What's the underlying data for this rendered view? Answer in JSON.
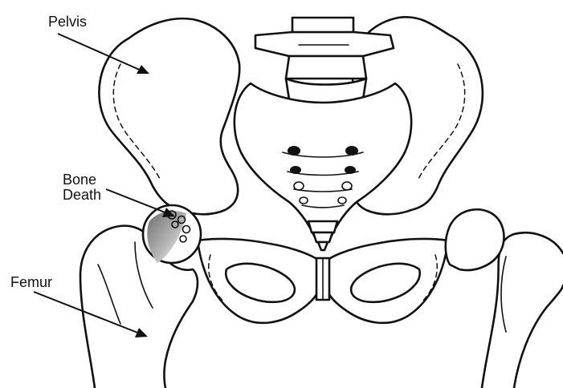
{
  "labels": {
    "pelvis": "Pelvis",
    "bone_death_line1": "Bone",
    "bone_death_line2": "Death",
    "femur": "Femur"
  },
  "colors": {
    "ink": "#111111",
    "background": "#ffffff",
    "necrosis_shade": "#9a9a9a"
  }
}
